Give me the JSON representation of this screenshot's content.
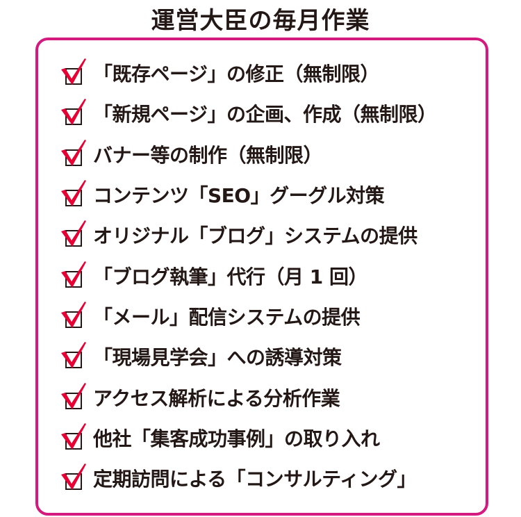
{
  "title": "運営大臣の毎月作業",
  "accent": "#d4197f",
  "check_color": "#e60033",
  "items": [
    "「既存ページ」の修正（無制限）",
    "「新規ページ」の企画、作成（無制限）",
    "バナー等の制作（無制限）",
    "コンテンツ「SEO」グーグル対策",
    "オリジナル「ブログ」システムの提供",
    "「ブログ執筆」代行（月 1 回）",
    "「メール」配信システムの提供",
    "「現場見学会」への誘導対策",
    "アクセス解析による分析作業",
    "他社「集客成功事例」の取り入れ",
    "定期訪問による「コンサルティング」"
  ]
}
